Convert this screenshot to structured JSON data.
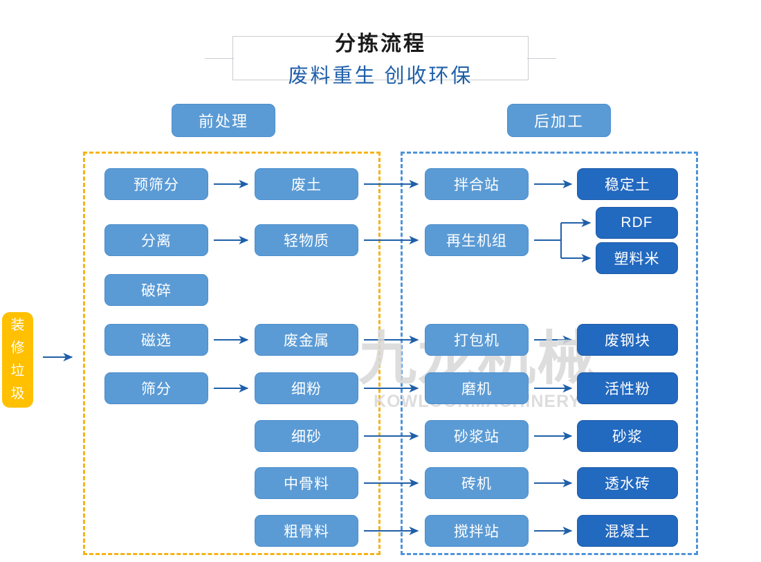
{
  "header": {
    "title": "分拣流程",
    "subtitle": "废料重生 创收环保"
  },
  "watermark": {
    "main": "九龙机械",
    "sub": "KOWLOONMACHINERY"
  },
  "sections": {
    "pre_label": "前处理",
    "post_label": "后加工"
  },
  "input": {
    "label": "装修垃圾",
    "chars": [
      "装",
      "修",
      "垃",
      "圾"
    ],
    "color": "#ffc000"
  },
  "colors": {
    "light_blue": "#5b9bd5",
    "dark_blue": "#2269c0",
    "yellow": "#ffc000",
    "dashed_pre": "#f5b314",
    "dashed_post": "#4e93d9",
    "arrow": "#1f5fa9",
    "title_accent": "#1f5fa9"
  },
  "nodes": {
    "pre_process": [
      {
        "label": "预筛分"
      },
      {
        "label": "分离"
      },
      {
        "label": "破碎"
      },
      {
        "label": "磁选"
      },
      {
        "label": "筛分"
      }
    ],
    "materials": [
      {
        "label": "废土"
      },
      {
        "label": "轻物质"
      },
      {
        "label": "废金属"
      },
      {
        "label": "细粉"
      },
      {
        "label": "细砂"
      },
      {
        "label": "中骨料"
      },
      {
        "label": "粗骨料"
      }
    ],
    "equipment": [
      {
        "label": "拌合站"
      },
      {
        "label": "再生机组"
      },
      {
        "label": "打包机"
      },
      {
        "label": "磨机"
      },
      {
        "label": "砂浆站"
      },
      {
        "label": "砖机"
      },
      {
        "label": "搅拌站"
      }
    ],
    "products": [
      {
        "label": "稳定土"
      },
      {
        "label": "RDF"
      },
      {
        "label": "塑料米"
      },
      {
        "label": "废钢块"
      },
      {
        "label": "活性粉"
      },
      {
        "label": "砂浆"
      },
      {
        "label": "透水砖"
      },
      {
        "label": "混凝土"
      }
    ]
  }
}
